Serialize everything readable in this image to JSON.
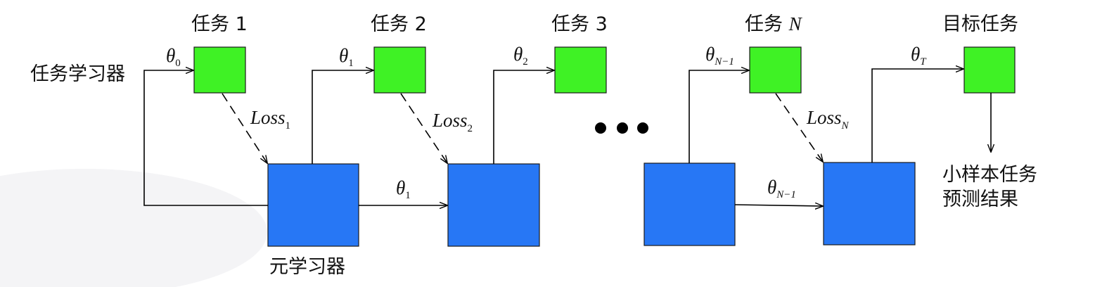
{
  "labels": {
    "task_learner": "任务学习器",
    "meta_learner": "元学习器",
    "task1": "任务 1",
    "task2": "任务 2",
    "task3": "任务 3",
    "taskN_prefix": "任务 ",
    "taskN_var": "N",
    "target_task": "目标任务",
    "result_line1": "小样本任务",
    "result_line2": "预测结果"
  },
  "symbols": {
    "theta": "θ",
    "loss": "Loss",
    "sub0": "0",
    "sub1": "1",
    "sub2": "2",
    "subN": "N",
    "subN_minus": "N−1",
    "subT": "T"
  },
  "colors": {
    "task_box": "#3ff225",
    "meta_box": "#2777f5",
    "line": "#000000"
  }
}
